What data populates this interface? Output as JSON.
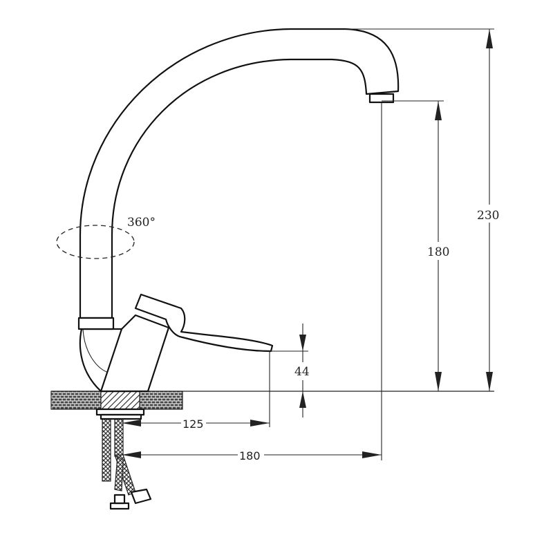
{
  "drawing": {
    "rotation_label": "360°",
    "dimensions": {
      "total_height": "230",
      "spout_height": "180",
      "spout_reach": "180",
      "handle_reach": "125",
      "handle_height": "44"
    }
  },
  "colors": {
    "line": "#111111",
    "background": "#ffffff"
  }
}
